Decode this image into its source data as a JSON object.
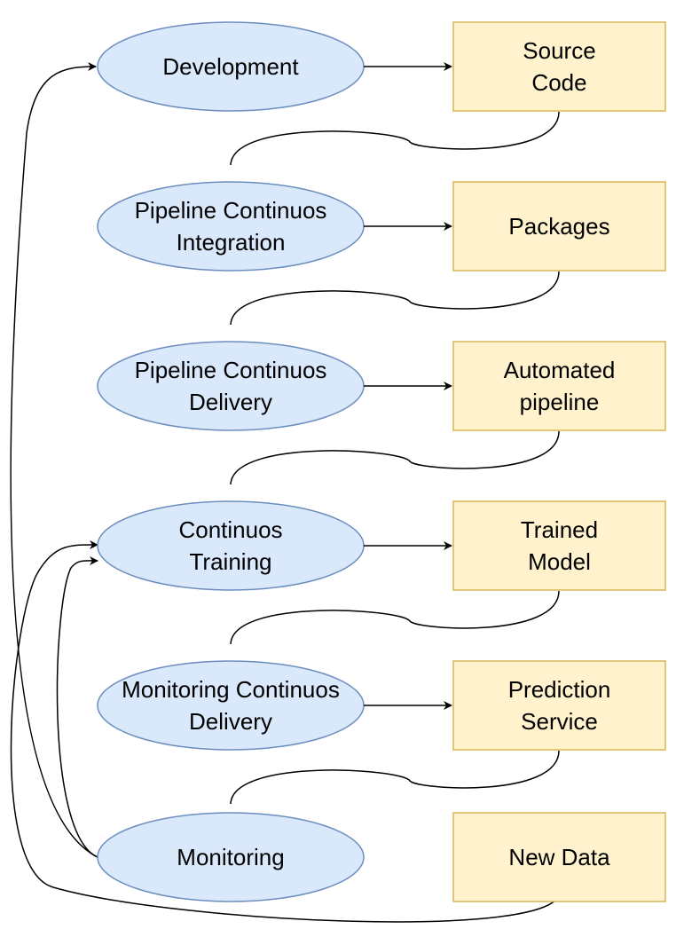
{
  "colors": {
    "stage_fill": "#dae8fc",
    "stage_stroke": "#6c8ebf",
    "artifact_fill": "#fff2cc",
    "artifact_stroke": "#d6b656",
    "line": "#000000"
  },
  "stages": [
    {
      "id": "development",
      "lines": [
        "Development"
      ]
    },
    {
      "id": "pipeline-ci",
      "lines": [
        "Pipeline Continuos",
        "Integration"
      ]
    },
    {
      "id": "pipeline-cd",
      "lines": [
        "Pipeline Continuos",
        "Delivery"
      ]
    },
    {
      "id": "continuous-training",
      "lines": [
        "Continuos",
        "Training"
      ]
    },
    {
      "id": "monitoring-cd",
      "lines": [
        "Monitoring Continuos",
        "Delivery"
      ]
    },
    {
      "id": "monitoring",
      "lines": [
        "Monitoring"
      ]
    }
  ],
  "artifacts": [
    {
      "id": "source-code",
      "lines": [
        "Source",
        "Code"
      ]
    },
    {
      "id": "packages",
      "lines": [
        "Packages"
      ]
    },
    {
      "id": "automated-pipeline",
      "lines": [
        "Automated",
        "pipeline"
      ]
    },
    {
      "id": "trained-model",
      "lines": [
        "Trained",
        "Model"
      ]
    },
    {
      "id": "prediction-service",
      "lines": [
        "Prediction",
        "Service"
      ]
    },
    {
      "id": "new-data",
      "lines": [
        "New Data"
      ]
    }
  ]
}
